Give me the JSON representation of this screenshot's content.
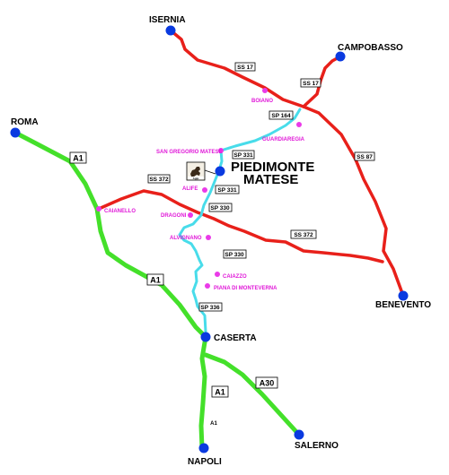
{
  "colors": {
    "motorway": "#44e02a",
    "state_road": "#e8201a",
    "provincial_road": "#48dcea",
    "city_dot": "#0a3ae0",
    "town_dot": "#ea3ae8",
    "town_label": "#e018d8",
    "label_text": "#000000"
  },
  "cities": {
    "isernia": "ISERNIA",
    "campobasso": "CAMPOBASSO",
    "roma": "ROMA",
    "piedimonte_line1": "PIEDIMONTE",
    "piedimonte_line2": "MATESE",
    "benevento": "BENEVENTO",
    "caserta": "CASERTA",
    "napoli": "NAPOLI",
    "salerno": "SALERNO"
  },
  "towns": {
    "boiano": "BOIANO",
    "guardiaregia": "GUARDIAREGIA",
    "san_gregorio": "SAN GREGORIO MATESE",
    "alife": "ALIFE",
    "caianello": "CAIANELLO",
    "dragoni": "DRAGONI",
    "alvignano": "ALVIGNANO",
    "caiazzo": "CAIAZZO",
    "piana": "PIANA DI MONTEVERNA"
  },
  "roads": {
    "ss17_west": "SS 17",
    "ss17_east": "SS 17",
    "sp164": "SP 164",
    "ss87": "SS 87",
    "sp331_north": "SP 331",
    "sp331_south": "SP 331",
    "ss372_west": "SS 372",
    "ss372_east": "SS 372",
    "sp330_north": "SP 330",
    "sp330_south": "SP 330",
    "sp336": "SP 336",
    "a1_north": "A1",
    "a1_middle": "A1",
    "a1_south": "A1",
    "a1_small": "A1",
    "a30": "A30"
  },
  "airport_caption": "Agip"
}
